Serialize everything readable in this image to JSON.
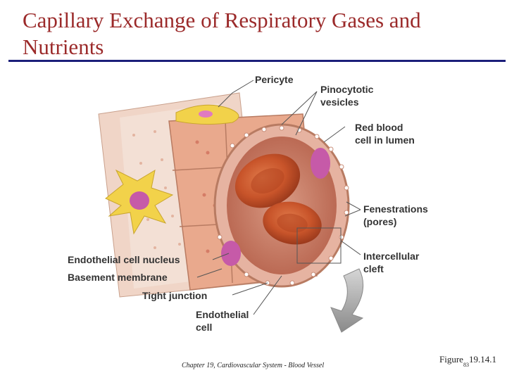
{
  "title": "Capillary Exchange of Respiratory Gases and Nutrients",
  "labels": {
    "pericyte": "Pericyte",
    "pinocytotic_1": "Pinocytotic",
    "pinocytotic_2": "vesicles",
    "rbc_1": "Red blood",
    "rbc_2": "cell in lumen",
    "fenestrations_1": "Fenestrations",
    "fenestrations_2": "(pores)",
    "intercellular_1": "Intercellular",
    "intercellular_2": "cleft",
    "endo_nucleus": "Endothelial cell nucleus",
    "basement": "Basement membrane",
    "tight": "Tight junction",
    "endo_cell_1": "Endothelial",
    "endo_cell_2": "cell"
  },
  "footer": "Chapter 19, Cardiovascular System - Blood Vessel",
  "figure_ref": {
    "prefix": "Figure",
    "page": "83",
    "number": "19.14.1"
  },
  "colors": {
    "title": "#9b2a2a",
    "rule": "#1b1f7a",
    "vessel_wall": "#e9a98d",
    "lumen": "#c97a63",
    "rbc": "#c8542a",
    "pericyte": "#f2d24a",
    "nucleus": "#c65aa8",
    "arrow": "#9a9a9a"
  }
}
